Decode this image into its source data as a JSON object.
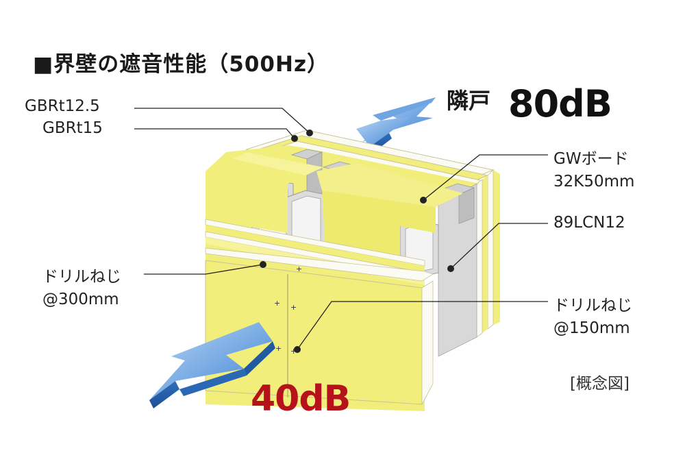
{
  "title": "■界壁の遮音性能（500Hz）",
  "labels": {
    "gbr_125": "GBRt12.5",
    "gbr_15": "GBRt15",
    "neighbor": "隣戸",
    "db_80": "80dB",
    "gw_board_line1": "GWボード",
    "gw_board_line2": "32K50mm",
    "stud": "89LCN12",
    "drill_left_line1": "ドリルねじ",
    "drill_left_line2": "@300mm",
    "drill_right_line1": "ドリルねじ",
    "drill_right_line2": "@150mm",
    "db_40": "40dB",
    "concept": "[概念図]"
  },
  "colors": {
    "insulation_yellow": "#f1ee7c",
    "insulation_shadow": "#d9d55a",
    "board_white": "#fbfbf4",
    "stud_gray": "#d4d4d4",
    "arrow_blue": "#3a7fd0",
    "arrow_blue_light": "#9cc4ee",
    "db40_red": "#b5121b"
  }
}
